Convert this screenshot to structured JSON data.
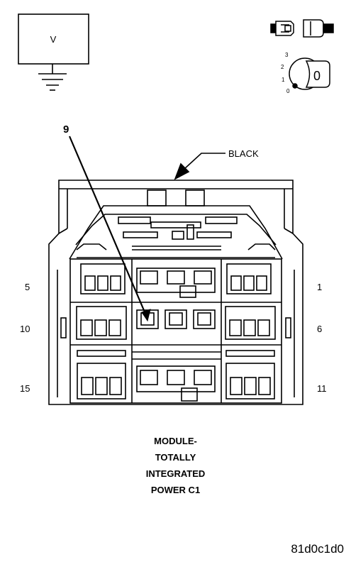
{
  "meter": {
    "symbol": "V"
  },
  "key_positions": {
    "p3": "3",
    "p2": "2",
    "p1": "1",
    "p0": "0",
    "key_label": "0"
  },
  "connector": {
    "color_callout": "BLACK",
    "pin_callout": "9",
    "pin_labels": {
      "top_left": "5",
      "top_right": "1",
      "mid_left": "10",
      "mid_right": "6",
      "bot_left": "15",
      "bot_right": "11"
    }
  },
  "caption": {
    "line1": "MODULE-",
    "line2": "TOTALLY",
    "line3": "INTEGRATED",
    "line4": "POWER C1"
  },
  "figure_code": "81d0c1d0"
}
